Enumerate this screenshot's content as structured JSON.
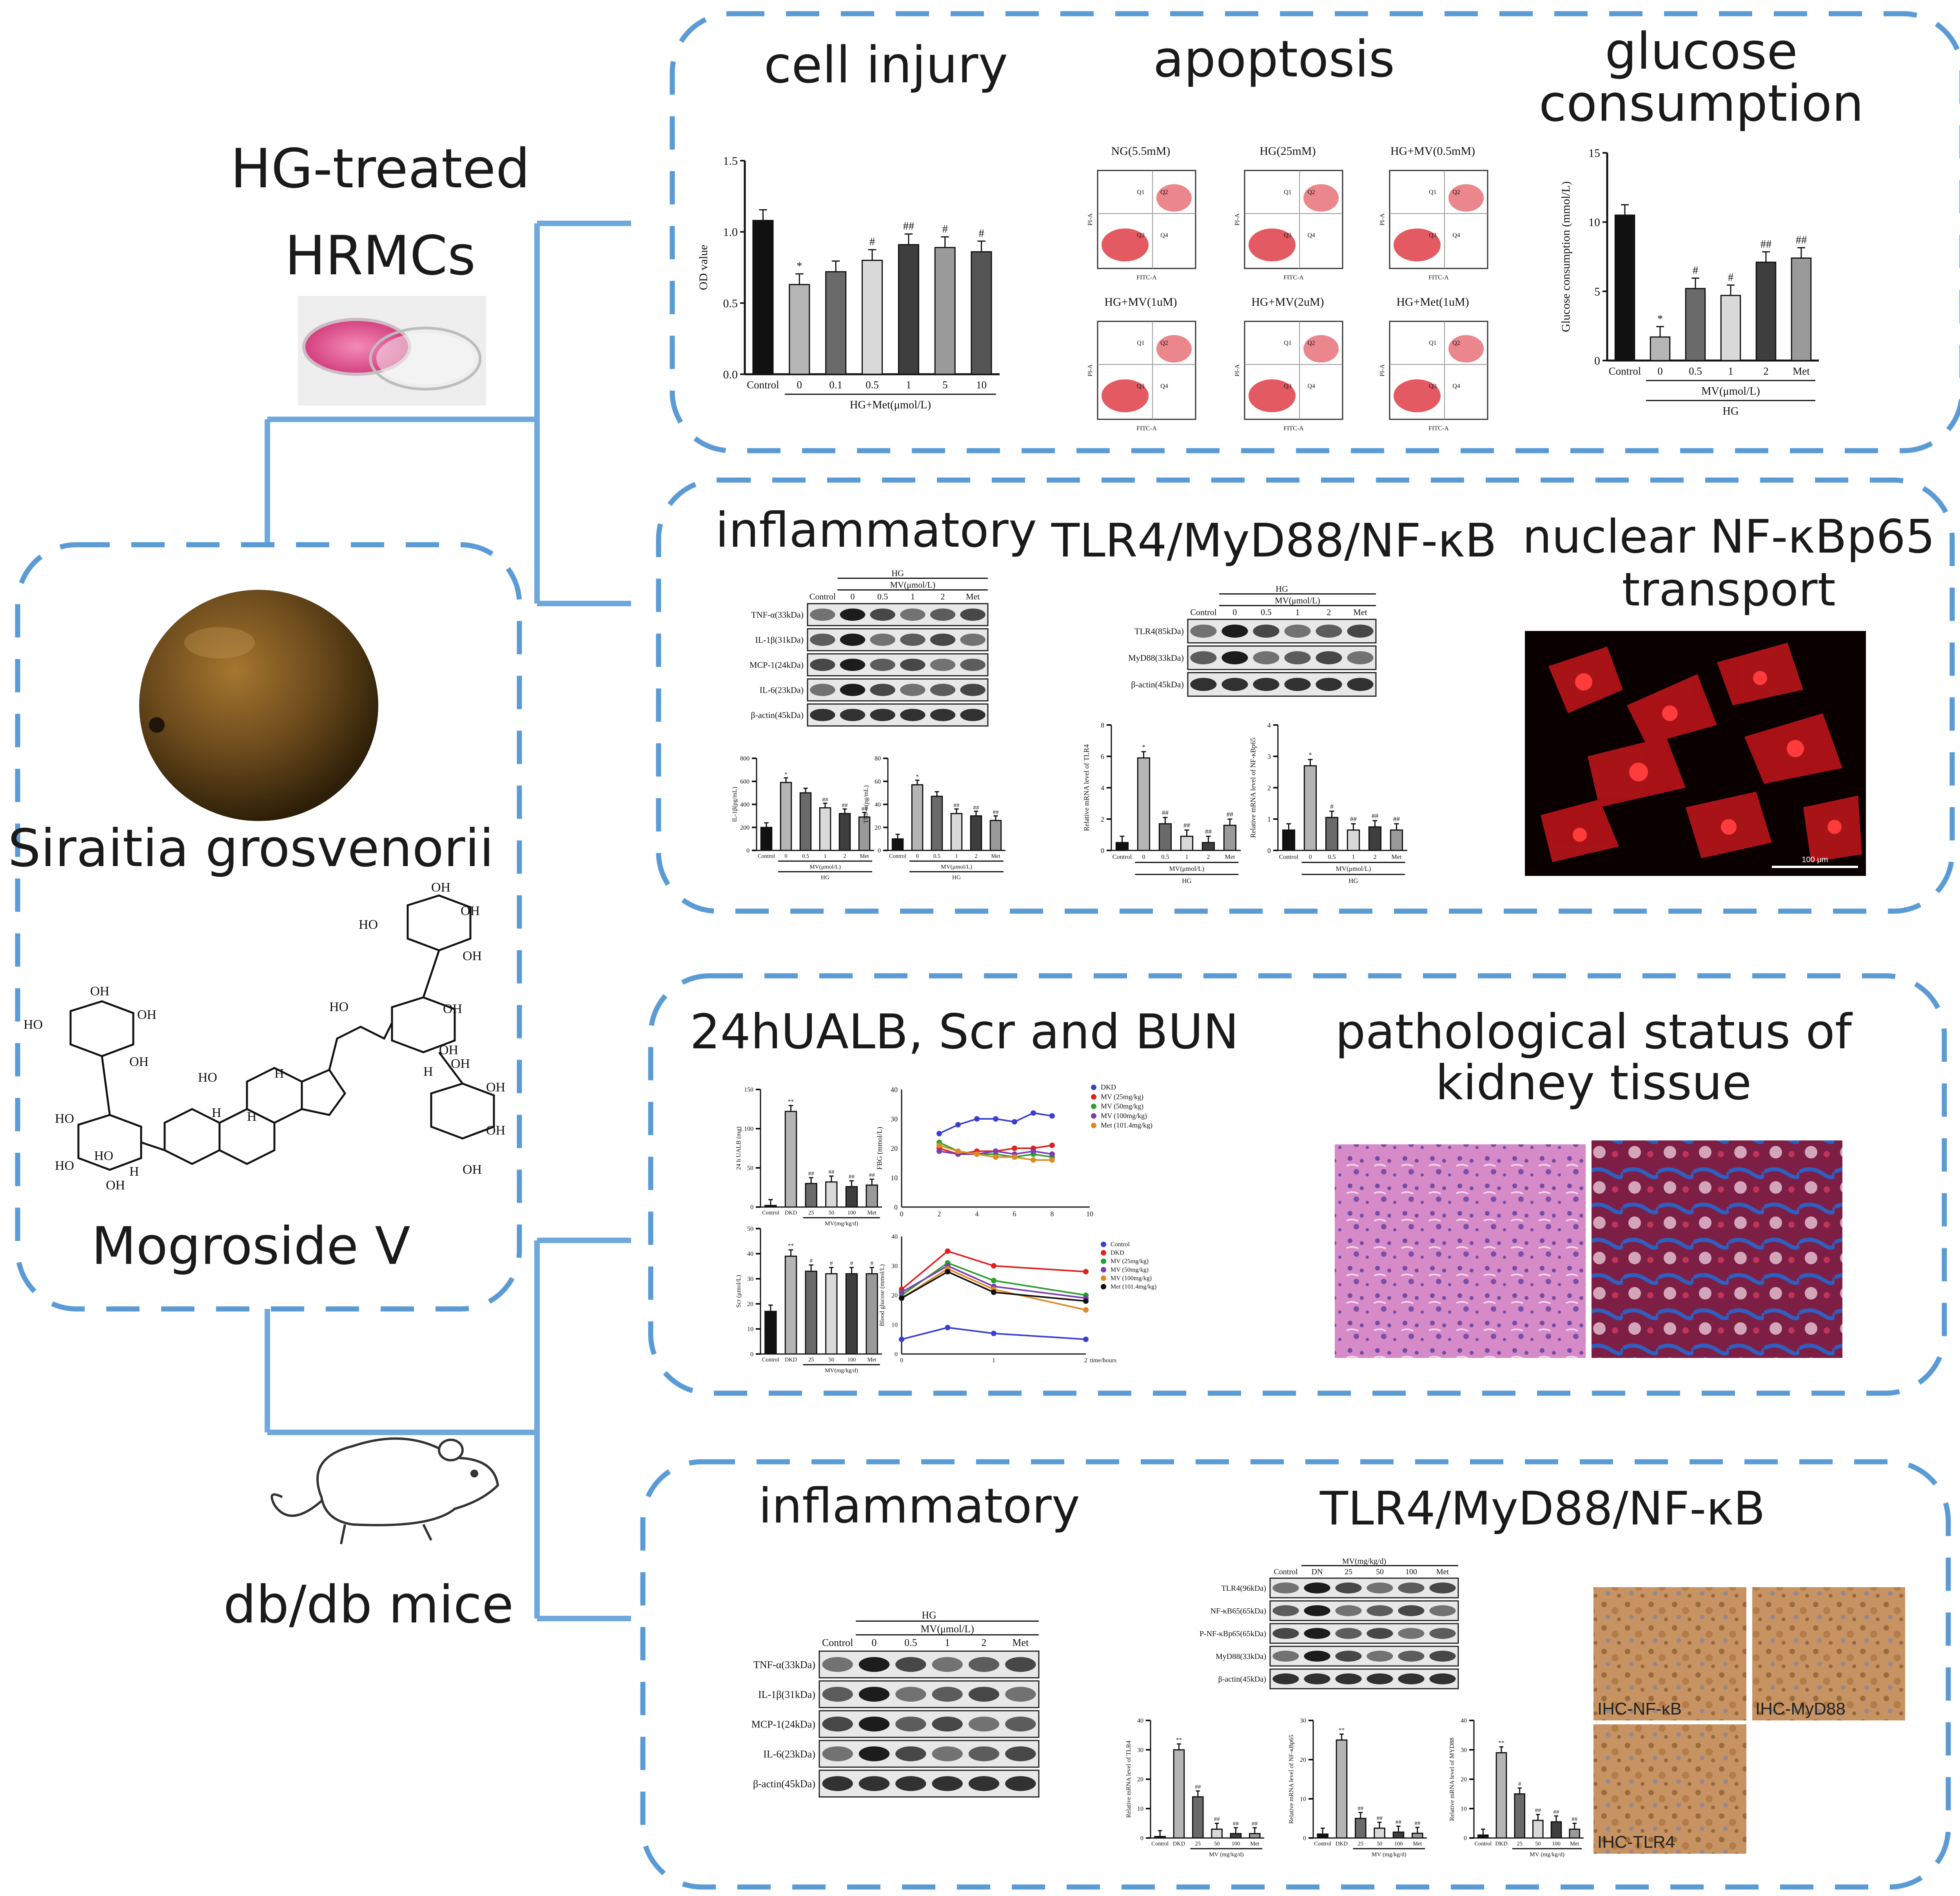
{
  "left": {
    "hg_title_line1": "HG-treated",
    "hg_title_line2": "HRMCs",
    "fruit_label": "Siraitia grosvenorii",
    "compound_label": "Mogroside V",
    "mice_label": "db/db mice",
    "structure_labels": [
      "OH",
      "OH",
      "OH",
      "HO",
      "OH",
      "OH",
      "HO",
      "OH",
      "OH",
      "OH",
      "OH",
      "HO",
      "HO",
      "OH",
      "HO",
      "H",
      "H",
      "H",
      "H",
      "HO",
      "HO",
      "OH",
      "OH",
      "OH",
      "H"
    ]
  },
  "colors": {
    "connector": "#6fa8dc",
    "dash": "#5b9bd5",
    "bar_dark": "#111111",
    "flow_red": "#d9232e",
    "ihc_brown": "#b07a4a",
    "he_pink": "#c86fb4"
  },
  "p1": {
    "titles": [
      "cell injury",
      "apoptosis",
      "glucose",
      "consumption"
    ],
    "cell_injury": {
      "ylabel": "OD value",
      "yticks": [
        "1.5",
        "1.0",
        "0.5",
        "0.0"
      ],
      "categories": [
        "Control",
        "0",
        "0.1",
        "0.5",
        "1",
        "5",
        "10"
      ],
      "values": [
        1.08,
        0.63,
        0.72,
        0.8,
        0.91,
        0.89,
        0.86
      ],
      "marks": [
        "",
        "*",
        "",
        "#",
        "##",
        "#",
        "#"
      ],
      "group_label": "HG+Met(μmol/L)"
    },
    "apoptosis": {
      "panels": [
        "NG(5.5mM)",
        "HG(25mM)",
        "HG+MV(0.5mM)",
        "HG+MV(1uM)",
        "HG+MV(2uM)",
        "HG+Met(1uM)"
      ],
      "quadrants": [
        "Q1",
        "Q2",
        "Q3",
        "Q4"
      ],
      "xaxis": "FITC-A",
      "yaxis": "PI-A"
    },
    "glucose": {
      "ylabel": "Glucose consumption (mmol/L)",
      "yticks": [
        "15",
        "10",
        "5",
        "0"
      ],
      "categories": [
        "Control",
        "0",
        "0.5",
        "1",
        "2",
        "Met"
      ],
      "values": [
        10.5,
        1.7,
        5.2,
        4.7,
        7.1,
        7.4
      ],
      "marks": [
        "",
        "*",
        "#",
        "#",
        "##",
        "##"
      ],
      "group_label": "MV(μmol/L)",
      "outer_label": "HG"
    }
  },
  "p2": {
    "titles": [
      "inflammatory",
      "TLR4/MyD88/NF-κB",
      "nuclear NF-κBp65",
      "transport"
    ],
    "wb1": {
      "header_top": "HG",
      "header_mid": "MV(μmol/L)",
      "lanes": [
        "Control",
        "0",
        "0.5",
        "1",
        "2",
        "Met"
      ],
      "rows": [
        "TNF-α(33kDa)",
        "IL-1β(31kDa)",
        "MCP-1(24kDa)",
        "IL-6(23kDa)",
        "β-actin(45kDa)"
      ]
    },
    "small1": {
      "ylabel": "IL-1β(pg/mL)",
      "yticks": [
        "800",
        "600",
        "400",
        "200",
        "0"
      ],
      "values": [
        200,
        590,
        500,
        370,
        320,
        290
      ],
      "marks": [
        "",
        "*",
        "",
        "##",
        "##",
        "##"
      ]
    },
    "small2": {
      "ylabel": "TNF-α(pg/mL)",
      "yticks": [
        "80",
        "60",
        "40",
        "20",
        "0"
      ],
      "values": [
        10,
        57,
        47,
        32,
        30,
        26
      ],
      "marks": [
        "",
        "*",
        "",
        "##",
        "##",
        "##"
      ]
    },
    "small_x": [
      "Control",
      "0",
      "0.5",
      "1",
      "2",
      "Met"
    ],
    "small_group": "MV(μmol/L)",
    "small_outer": "HG",
    "wb2": {
      "header_top": "HG",
      "header_mid": "MV(μmol/L)",
      "lanes": [
        "Control",
        "0",
        "0.5",
        "1",
        "2",
        "Met"
      ],
      "rows": [
        "TLR4(85kDa)",
        "MyD88(33kDa)",
        "β-actin(45kDa)"
      ]
    },
    "mrna1": {
      "ylabel": "Relative mRNA level of TLR4",
      "yticks": [
        "8",
        "6",
        "4",
        "2",
        "0"
      ],
      "values": [
        0.5,
        5.9,
        1.7,
        0.9,
        0.5,
        1.6
      ],
      "marks": [
        "",
        "*",
        "##",
        "##",
        "##",
        "##"
      ]
    },
    "mrna2": {
      "ylabel": "Relative mRNA level of NF-κBp65",
      "yticks": [
        "4",
        "3",
        "2",
        "1",
        "0"
      ],
      "values": [
        0.65,
        2.7,
        1.05,
        0.65,
        0.75,
        0.65
      ],
      "marks": [
        "",
        "*",
        "#",
        "##",
        "##",
        "##"
      ]
    },
    "scalebar_text": "100 μm"
  },
  "p3": {
    "titles": [
      "24hUALB, Scr and BUN",
      "pathological status of",
      "kidney tissue"
    ],
    "ualb": {
      "ylabel": "24 h UALB (mg)",
      "yticks": [
        "150",
        "100",
        "50",
        "0"
      ],
      "categories": [
        "Control",
        "DKD",
        "25",
        "50",
        "100",
        "Met"
      ],
      "values": [
        2,
        122,
        30,
        32,
        26,
        28
      ],
      "marks": [
        "",
        "**",
        "##",
        "##",
        "##",
        "##"
      ],
      "group_label": "MV(mg/kg/d)"
    },
    "scr": {
      "ylabel": "Scr (μmol/L)",
      "yticks": [
        "50",
        "40",
        "30",
        "20",
        "10",
        "0"
      ],
      "categories": [
        "Control",
        "DKD",
        "25",
        "50",
        "100",
        "Met"
      ],
      "values": [
        17,
        39,
        33,
        32,
        32,
        32
      ],
      "marks": [
        "",
        "**",
        "#",
        "#",
        "#",
        "#"
      ],
      "group_label": "MV(mg/kg/d)"
    },
    "fbg": {
      "ylabel": "FBG (mmol/L)",
      "yticks": [
        "40",
        "30",
        "20",
        "10",
        "0"
      ],
      "xticks": [
        "0",
        "2",
        "4",
        "6",
        "8",
        "10"
      ],
      "series": [
        {
          "name": "DKD",
          "color": "#3b3fd0",
          "x": [
            2,
            3,
            4,
            5,
            6,
            7,
            8
          ],
          "y": [
            25,
            28,
            30,
            30,
            29,
            32,
            31
          ]
        },
        {
          "name": "MV (25mg/kg)",
          "color": "#e02020",
          "x": [
            2,
            3,
            4,
            5,
            6,
            7,
            8
          ],
          "y": [
            20,
            18,
            19,
            19,
            20,
            20,
            21
          ]
        },
        {
          "name": "MV (50mg/kg)",
          "color": "#2aa02a",
          "x": [
            2,
            3,
            4,
            5,
            6,
            7,
            8
          ],
          "y": [
            22,
            19,
            18,
            18,
            17,
            18,
            17
          ]
        },
        {
          "name": "MV (100mg/kg)",
          "color": "#7a3fb0",
          "x": [
            2,
            3,
            4,
            5,
            6,
            7,
            8
          ],
          "y": [
            19,
            18,
            18,
            19,
            18,
            19,
            18
          ]
        },
        {
          "name": "Met (101.4mg/kg)",
          "color": "#e08a20",
          "x": [
            2,
            3,
            4,
            5,
            6,
            7,
            8
          ],
          "y": [
            21,
            19,
            18,
            17,
            17,
            16,
            16
          ]
        }
      ]
    },
    "ogtt": {
      "ylabel": "Blood glucose (mmol/L)",
      "yticks": [
        "40",
        "30",
        "20",
        "10",
        "0"
      ],
      "xticks": [
        "0",
        "1",
        "2"
      ],
      "xlabel": "time/hours",
      "series": [
        {
          "name": "Control",
          "color": "#3b3fd0",
          "x": [
            0,
            0.5,
            1,
            2
          ],
          "y": [
            5,
            9,
            7,
            5
          ]
        },
        {
          "name": "DKD",
          "color": "#e02020",
          "x": [
            0,
            0.5,
            1,
            2
          ],
          "y": [
            22,
            35,
            30,
            28
          ]
        },
        {
          "name": "MV (25mg/kg)",
          "color": "#2aa02a",
          "x": [
            0,
            0.5,
            1,
            2
          ],
          "y": [
            20,
            31,
            25,
            20
          ]
        },
        {
          "name": "MV (50mg/kg)",
          "color": "#7a3fb0",
          "x": [
            0,
            0.5,
            1,
            2
          ],
          "y": [
            21,
            30,
            23,
            19
          ]
        },
        {
          "name": "MV (100mg/kg)",
          "color": "#e08a20",
          "x": [
            0,
            0.5,
            1,
            2
          ],
          "y": [
            19,
            29,
            22,
            15
          ]
        },
        {
          "name": "Met (101.4mg/kg)",
          "color": "#111111",
          "x": [
            0,
            0.5,
            1,
            2
          ],
          "y": [
            19,
            28,
            21,
            18
          ]
        }
      ]
    }
  },
  "p4": {
    "titles": [
      "inflammatory",
      "TLR4/MyD88/NF-κB"
    ],
    "wb3": {
      "header_top": "HG",
      "header_mid": "MV(μmol/L)",
      "lanes": [
        "Control",
        "0",
        "0.5",
        "1",
        "2",
        "Met"
      ],
      "rows": [
        "TNF-α(33kDa)",
        "IL-1β(31kDa)",
        "MCP-1(24kDa)",
        "IL-6(23kDa)",
        "β-actin(45kDa)"
      ]
    },
    "wb4": {
      "header_top": "MV(mg/kg/d)",
      "lanes": [
        "Control",
        "DN",
        "25",
        "50",
        "100",
        "Met"
      ],
      "rows": [
        "TLR4(96kDa)",
        "NF-κB65(65kDa)",
        "P-NF-κBp65(65kDa)",
        "MyD88(33kDa)",
        "β-actin(45kDa)"
      ]
    },
    "m1": {
      "ylabel": "Relative mRNA level of TLR4",
      "yticks": [
        "40",
        "30",
        "20",
        "10",
        "0"
      ],
      "values": [
        0.5,
        30,
        14,
        3,
        1.5,
        1.5
      ],
      "marks": [
        "",
        "**",
        "##",
        "##",
        "##",
        "##"
      ]
    },
    "m2": {
      "ylabel": "Relative mRNA level of NF-κBp65",
      "yticks": [
        "30",
        "20",
        "10",
        "0"
      ],
      "values": [
        1,
        25,
        5,
        2.5,
        1.5,
        1.2
      ],
      "marks": [
        "",
        "**",
        "##",
        "##",
        "##",
        "##"
      ]
    },
    "m3": {
      "ylabel": "Relative mRNA level of MYD88",
      "yticks": [
        "40",
        "30",
        "20",
        "10",
        "0"
      ],
      "values": [
        1,
        29,
        15,
        6,
        5.5,
        3
      ],
      "marks": [
        "",
        "**",
        "#",
        "##",
        "##",
        "##"
      ]
    },
    "m_x": [
      "Control",
      "DKD",
      "25",
      "50",
      "100",
      "Met"
    ],
    "m_group": "MV (mg/kg/d)",
    "ihc": [
      "IHC-NF-κB",
      "IHC-MyD88",
      "IHC-TLR4"
    ]
  }
}
